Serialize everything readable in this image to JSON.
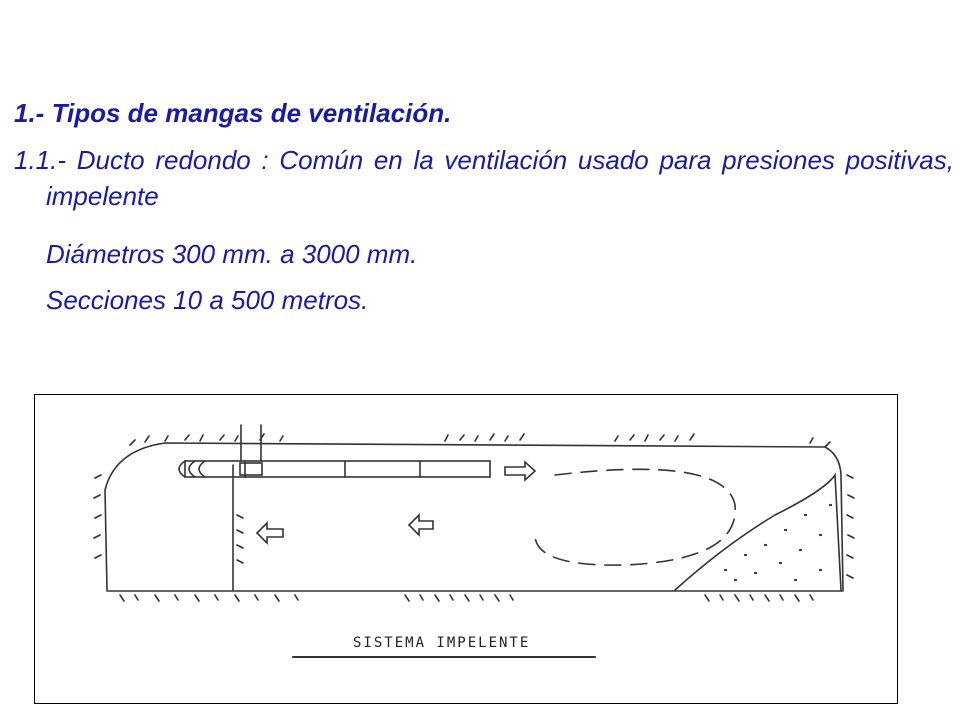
{
  "heading": "1.- Tipos de mangas de ventilación.",
  "item": {
    "text": "1.1.- Ducto redondo : Común en la ventilación usado para presiones positivas, impelente"
  },
  "diameters": "Diámetros 300 mm. a 3000 mm.",
  "sections": "Secciones 10 a 500 metros.",
  "figure": {
    "caption": "SISTEMA IMPELENTE"
  },
  "colors": {
    "text": "#1a1aa8"
  }
}
